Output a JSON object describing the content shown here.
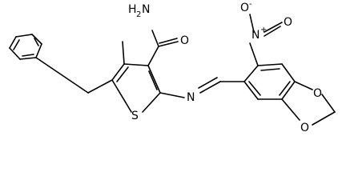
{
  "diagram": {
    "atoms": {
      "amide_n": "H",
      "amide_n2": "2",
      "amide_n3": "N",
      "amide_o": "O",
      "imine_n": "N",
      "thiophene_s": "S",
      "nitro_n": "N",
      "nitro_plus": "+",
      "nitro_o1": "O",
      "nitro_o1_charge": "-",
      "nitro_o2": "O",
      "diox_o1": "O",
      "diox_o2": "O"
    }
  }
}
